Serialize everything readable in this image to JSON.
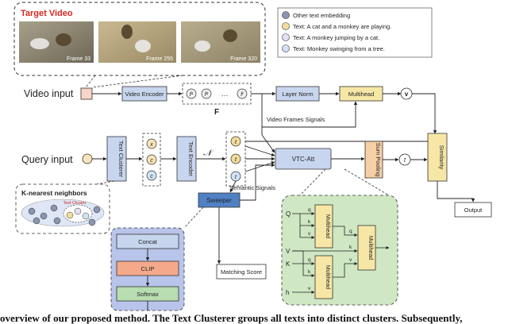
{
  "target_video": {
    "title": "Target Video",
    "frames": [
      "Frame 33",
      "Frame 255",
      "Frame 320"
    ]
  },
  "legend": [
    {
      "label": "Other text embedding",
      "color": "#8a95b0"
    },
    {
      "label": "Text: A cat and a monkey are playing.",
      "color": "#f1dc9a"
    },
    {
      "label": "Text: A monkey jumping by a cat.",
      "color": "#e3e0f5"
    },
    {
      "label": "Text: Monkey swinging from a tree.",
      "color": "#cfe3f5"
    }
  ],
  "inputs": {
    "video": "Video input",
    "query": "Query input"
  },
  "modules": {
    "video_encoder": "Video Encoder",
    "layer_norm": "Layer Norm",
    "multihead": "Multihead",
    "text_clusterer": "Text Clusterer",
    "text_encoder": "Text Encoder",
    "vtc_att": "VTC-Att",
    "sum_pooling": "Sum Pooling",
    "similarity": "Similarity",
    "output": "Output",
    "sweeper": "Sweeper",
    "matching_score": "Matching Score",
    "concat": "Concat",
    "clip": "CLIP",
    "softmax": "Softmax"
  },
  "symbols": {
    "frame_embeddings": [
      "f¹",
      "f²",
      "…",
      "fʳ"
    ],
    "frames_label": "F",
    "v": "v",
    "queries": [
      "x",
      "c",
      "c"
    ],
    "cal_n": "𝒩",
    "text_feats": [
      "t",
      "t",
      "t"
    ],
    "pooled": "t"
  },
  "signals": {
    "video_frames": "Video Frames Signals",
    "semantic": "Semantic Signals"
  },
  "knn": {
    "title": "K-nearest neighbors",
    "cluster_label": "Text Cluster"
  },
  "att_detail": {
    "q": "Q",
    "v": "V",
    "k": "K",
    "h": "h",
    "sub_q": "q",
    "sub_k": "k",
    "sub_v": "v",
    "multihead": "Multihead"
  },
  "caption": "overview of our proposed method. The Text Clusterer groups all texts into distinct clusters. Subsequently,"
}
